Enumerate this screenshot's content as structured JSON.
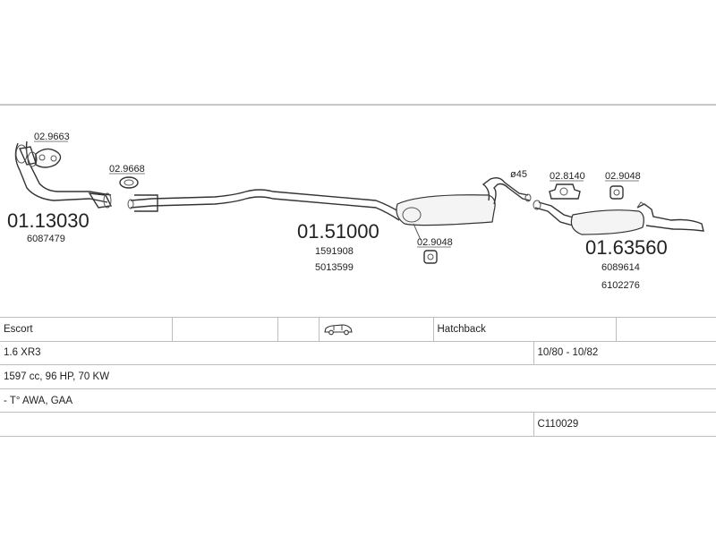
{
  "parts": {
    "front_pipe": {
      "number": "01.13030",
      "oem": [
        "6087479"
      ]
    },
    "front_pipe_gasket": {
      "number": "02.9663"
    },
    "center_ring": {
      "number": "02.9668"
    },
    "center_section": {
      "number": "01.51000",
      "oem": [
        "1591908",
        "5013599"
      ]
    },
    "center_mount": {
      "number": "02.9048"
    },
    "pipe_diameter": {
      "label": "ø45"
    },
    "rear_mount_1": {
      "number": "02.8140"
    },
    "rear_mount_2": {
      "number": "02.9048"
    },
    "rear_silencer": {
      "number": "01.63560",
      "oem": [
        "6089614",
        "6102276"
      ]
    }
  },
  "vehicle": {
    "model": "Escort",
    "body_icon": "car-icon",
    "body_type": "Hatchback",
    "variant": "1.6 XR3",
    "years": "10/80 - 10/82",
    "engine": "1597 cc, 96 HP, 70 KW",
    "engine_code": "- T° AWA, GAA",
    "catalog_code": "C110029"
  }
}
